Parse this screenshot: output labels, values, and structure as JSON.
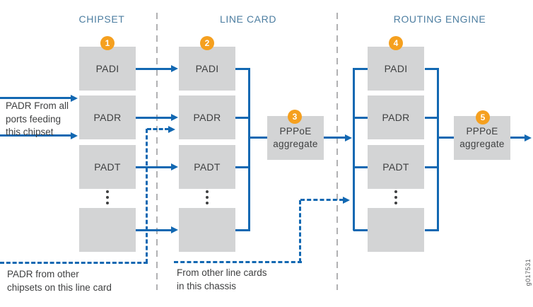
{
  "colors": {
    "accent-blue": "#1268b2",
    "badge-orange": "#f5a01f",
    "badge-text": "#ffffff",
    "box-gray": "#d3d4d5",
    "header-blue": "#4d7ea1",
    "text-dark": "#3f4041",
    "separator-gray": "#b1b1b3",
    "watermark-gray": "#58595b"
  },
  "sections": [
    {
      "label": "CHIPSET"
    },
    {
      "label": "LINE CARD"
    },
    {
      "label": "ROUTING ENGINE"
    }
  ],
  "columns": [
    {
      "name": "chipset",
      "badge": "1",
      "boxes": [
        {
          "label": "PADI"
        },
        {
          "label": "PADR"
        },
        {
          "label": "PADT"
        },
        {
          "label": ""
        }
      ]
    },
    {
      "name": "line-card",
      "badge": "2",
      "boxes": [
        {
          "label": "PADI"
        },
        {
          "label": "PADR"
        },
        {
          "label": "PADT"
        },
        {
          "label": ""
        }
      ]
    },
    {
      "name": "routing-engine",
      "badge": "4",
      "boxes": [
        {
          "label": "PADI"
        },
        {
          "label": "PADR"
        },
        {
          "label": "PADT"
        },
        {
          "label": ""
        }
      ]
    }
  ],
  "aggregates": [
    {
      "badge": "3",
      "label": "PPPoE\naggregate"
    },
    {
      "badge": "5",
      "label": "PPPoE\naggregate"
    }
  ],
  "annotations": {
    "left_input": "PADR From all\nports feeding\nthis chipset",
    "bottom_left": "PADR from other\nchipsets on this line card",
    "bottom_middle": "From other line cards\nin this chassis"
  },
  "watermark": "g017531"
}
